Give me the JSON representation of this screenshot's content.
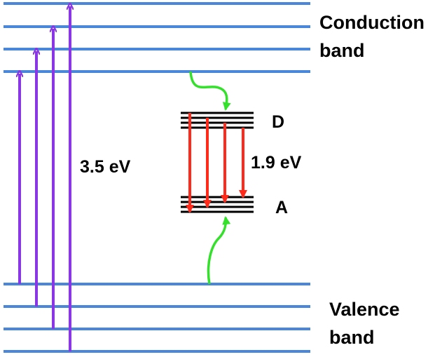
{
  "labels": {
    "conduction_line1": "Conduction",
    "conduction_line2": "band",
    "valence_line1": "Valence",
    "valence_line2": "band",
    "donor": "D",
    "acceptor": "A",
    "excitation_energy": "3.5 eV",
    "emission_energy": "1.9 eV"
  },
  "colors": {
    "band_lines": "#4a86d9",
    "excitation_arrows": "#8a35e6",
    "emission_arrows": "#ff2a1a",
    "relaxation_arrows": "#33e02a",
    "level_lines": "#000000"
  }
}
